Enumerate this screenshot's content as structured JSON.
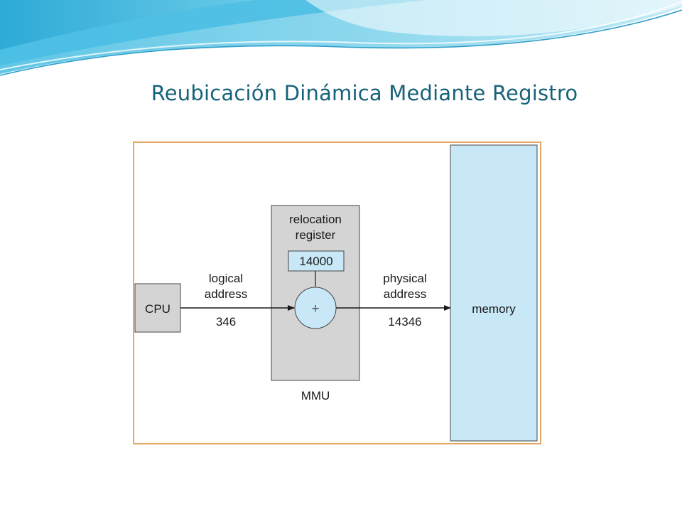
{
  "slide": {
    "title": "Reubicación Dinámica Mediante Registro"
  },
  "colors": {
    "title": "#17627a",
    "frame_border": "#e3a766",
    "memory_fill": "#c8e7f7",
    "box_fill": "#d4d4d4"
  },
  "diagram": {
    "cpu_label": "CPU",
    "mmu_label": "MMU",
    "relocation_label_line1": "relocation",
    "relocation_label_line2": "register",
    "relocation_value": "14000",
    "adder_symbol": "+",
    "logical_label_line1": "logical",
    "logical_label_line2": "address",
    "logical_value": "346",
    "physical_label_line1": "physical",
    "physical_label_line2": "address",
    "physical_value": "14346",
    "memory_label": "memory"
  }
}
